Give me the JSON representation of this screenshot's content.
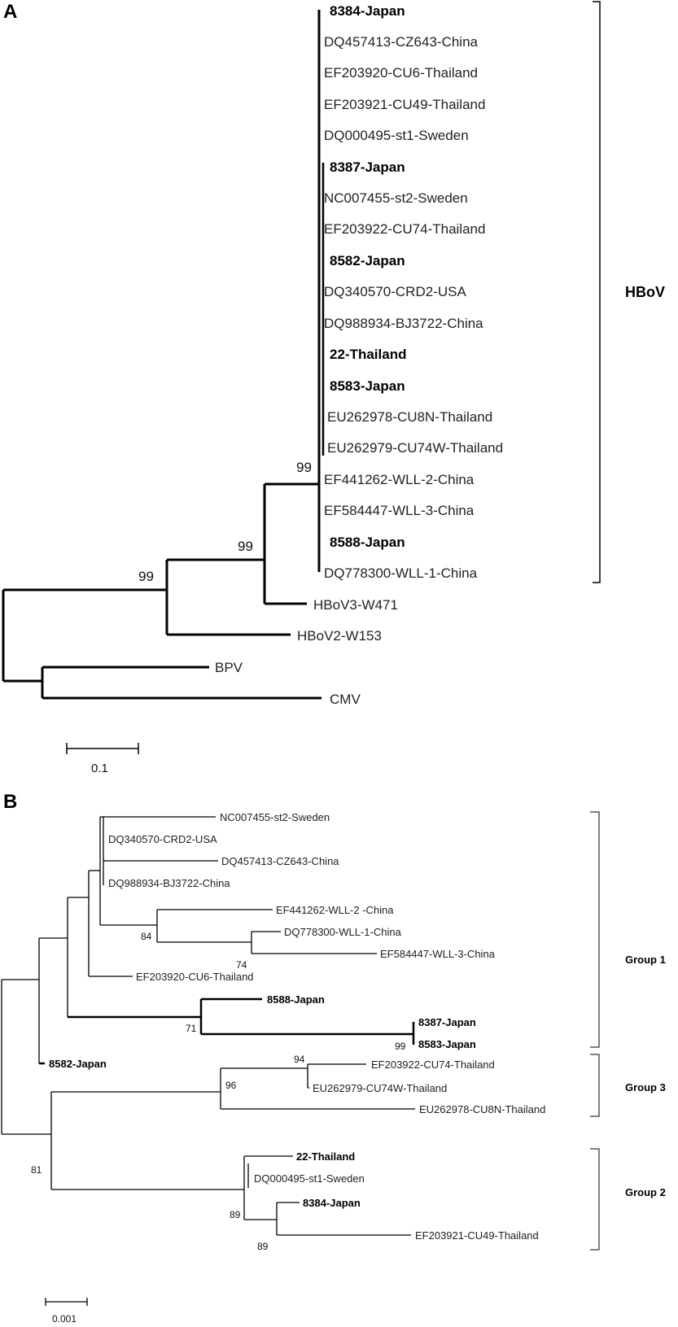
{
  "panel_a": {
    "label": "A",
    "clade_label": "HBoV",
    "scale_label": "0.1",
    "bootstrap": [
      "99",
      "99",
      "99"
    ],
    "taxa": [
      {
        "name": "8384-Japan",
        "bold": true
      },
      {
        "name": "DQ457413-CZ643-China",
        "bold": false
      },
      {
        "name": "EF203920-CU6-Thailand",
        "bold": false
      },
      {
        "name": "EF203921-CU49-Thailand",
        "bold": false
      },
      {
        "name": "DQ000495-st1-Sweden",
        "bold": false
      },
      {
        "name": "8387-Japan",
        "bold": true
      },
      {
        "name": "NC007455-st2-Sweden",
        "bold": false
      },
      {
        "name": "EF203922-CU74-Thailand",
        "bold": false
      },
      {
        "name": "8582-Japan",
        "bold": true
      },
      {
        "name": "DQ340570-CRD2-USA",
        "bold": false
      },
      {
        "name": "DQ988934-BJ3722-China",
        "bold": false
      },
      {
        "name": "22-Thailand",
        "bold": true
      },
      {
        "name": "8583-Japan",
        "bold": true
      },
      {
        "name": "EU262978-CU8N-Thailand",
        "bold": false
      },
      {
        "name": "EU262979-CU74W-Thailand",
        "bold": false
      },
      {
        "name": "EF441262-WLL-2-China",
        "bold": false
      },
      {
        "name": "EF584447-WLL-3-China",
        "bold": false
      },
      {
        "name": "8588-Japan",
        "bold": true
      },
      {
        "name": "DQ778300-WLL-1-China",
        "bold": false
      }
    ],
    "outgroups": [
      "HBoV3-W471",
      "HBoV2-W153",
      "BPV",
      "CMV"
    ]
  },
  "panel_b": {
    "label": "B",
    "groups": [
      "Group 1",
      "Group 3",
      "Group 2"
    ],
    "scale_label": "0.001",
    "bootstrap": [
      "84",
      "74",
      "71",
      "99",
      "94",
      "96",
      "81",
      "89",
      "89"
    ],
    "taxa": [
      {
        "name": "NC007455-st2-Sweden",
        "bold": false
      },
      {
        "name": "DQ340570-CRD2-USA",
        "bold": false
      },
      {
        "name": "DQ457413-CZ643-China",
        "bold": false
      },
      {
        "name": "DQ988934-BJ3722-China",
        "bold": false
      },
      {
        "name": "EF441262-WLL-2 -China",
        "bold": false
      },
      {
        "name": "DQ778300-WLL-1-China",
        "bold": false
      },
      {
        "name": "EF584447-WLL-3-China",
        "bold": false
      },
      {
        "name": "EF203920-CU6-Thailand",
        "bold": false
      },
      {
        "name": "8588-Japan",
        "bold": true
      },
      {
        "name": "8387-Japan",
        "bold": true
      },
      {
        "name": "8583-Japan",
        "bold": true
      },
      {
        "name": "8582-Japan",
        "bold": true
      },
      {
        "name": "EF203922-CU74-Thailand",
        "bold": false
      },
      {
        "name": "EU262979-CU74W-Thailand",
        "bold": false
      },
      {
        "name": "EU262978-CU8N-Thailand",
        "bold": false
      },
      {
        "name": "22-Thailand",
        "bold": true
      },
      {
        "name": "DQ000495-st1-Sweden",
        "bold": false
      },
      {
        "name": "8384-Japan",
        "bold": true
      },
      {
        "name": "EF203921-CU49-Thailand",
        "bold": false
      }
    ]
  }
}
